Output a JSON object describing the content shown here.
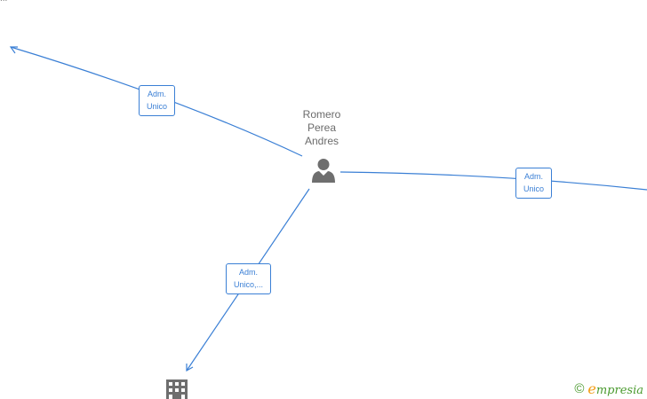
{
  "person": {
    "name_lines": [
      "Romero",
      "Perea",
      "Andres"
    ]
  },
  "edges": [
    {
      "label_lines": [
        "Adm.",
        "Unico"
      ]
    },
    {
      "label_lines": [
        "Adm.",
        "Unico"
      ]
    },
    {
      "label_lines": [
        "Adm.",
        "Unico,..."
      ]
    }
  ],
  "top_left_text": "...",
  "watermark": {
    "copyright_symbol": "©",
    "brand_initial": "e",
    "brand_rest": "mpresia"
  },
  "colors": {
    "edge": "#3a7fd5",
    "node_icon": "#6e6e6e",
    "watermark": "#4a9a2e"
  }
}
